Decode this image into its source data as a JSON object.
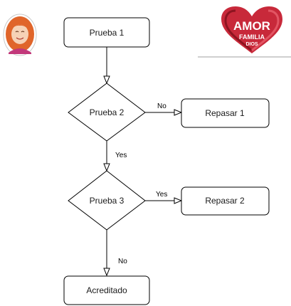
{
  "diagram": {
    "nodes": {
      "prueba1": "Prueba 1",
      "prueba2": "Prueba 2",
      "prueba3": "Prueba 3",
      "repasar1": "Repasar 1",
      "repasar2": "Repasar 2",
      "acreditado": "Acreditado"
    },
    "edges": {
      "prueba2_no": "No",
      "prueba2_yes": "Yes",
      "prueba3_yes": "Yes",
      "prueba3_no": "No"
    }
  },
  "logo": {
    "word_main": "AMOR",
    "word_family": "FAMILIA",
    "word_dios": "DIOS",
    "colors": [
      "#b01e2e",
      "#d8323f",
      "#7a1420"
    ]
  },
  "avatar": {
    "hair_color": "#e0652a",
    "skin_color": "#f6d2b6",
    "shirt_color": "#c2387a"
  }
}
